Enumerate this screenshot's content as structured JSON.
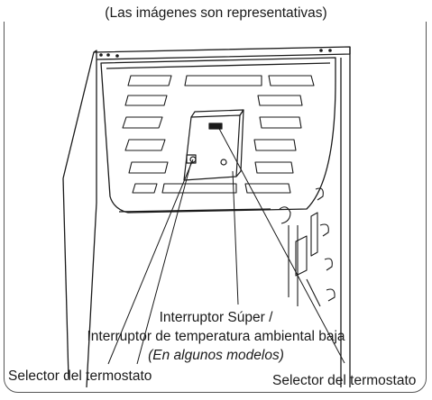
{
  "header": {
    "caption": "(Las imágenes son representativas)"
  },
  "labels": {
    "super_switch_line1": "Interruptor Súper /",
    "super_switch_line2": "Interruptor de temperatura ambiental baja",
    "super_switch_note": "(En algunos modelos)",
    "thermostat_left": "Selector del termostato",
    "thermostat_right": "Selector del termostato"
  }
}
